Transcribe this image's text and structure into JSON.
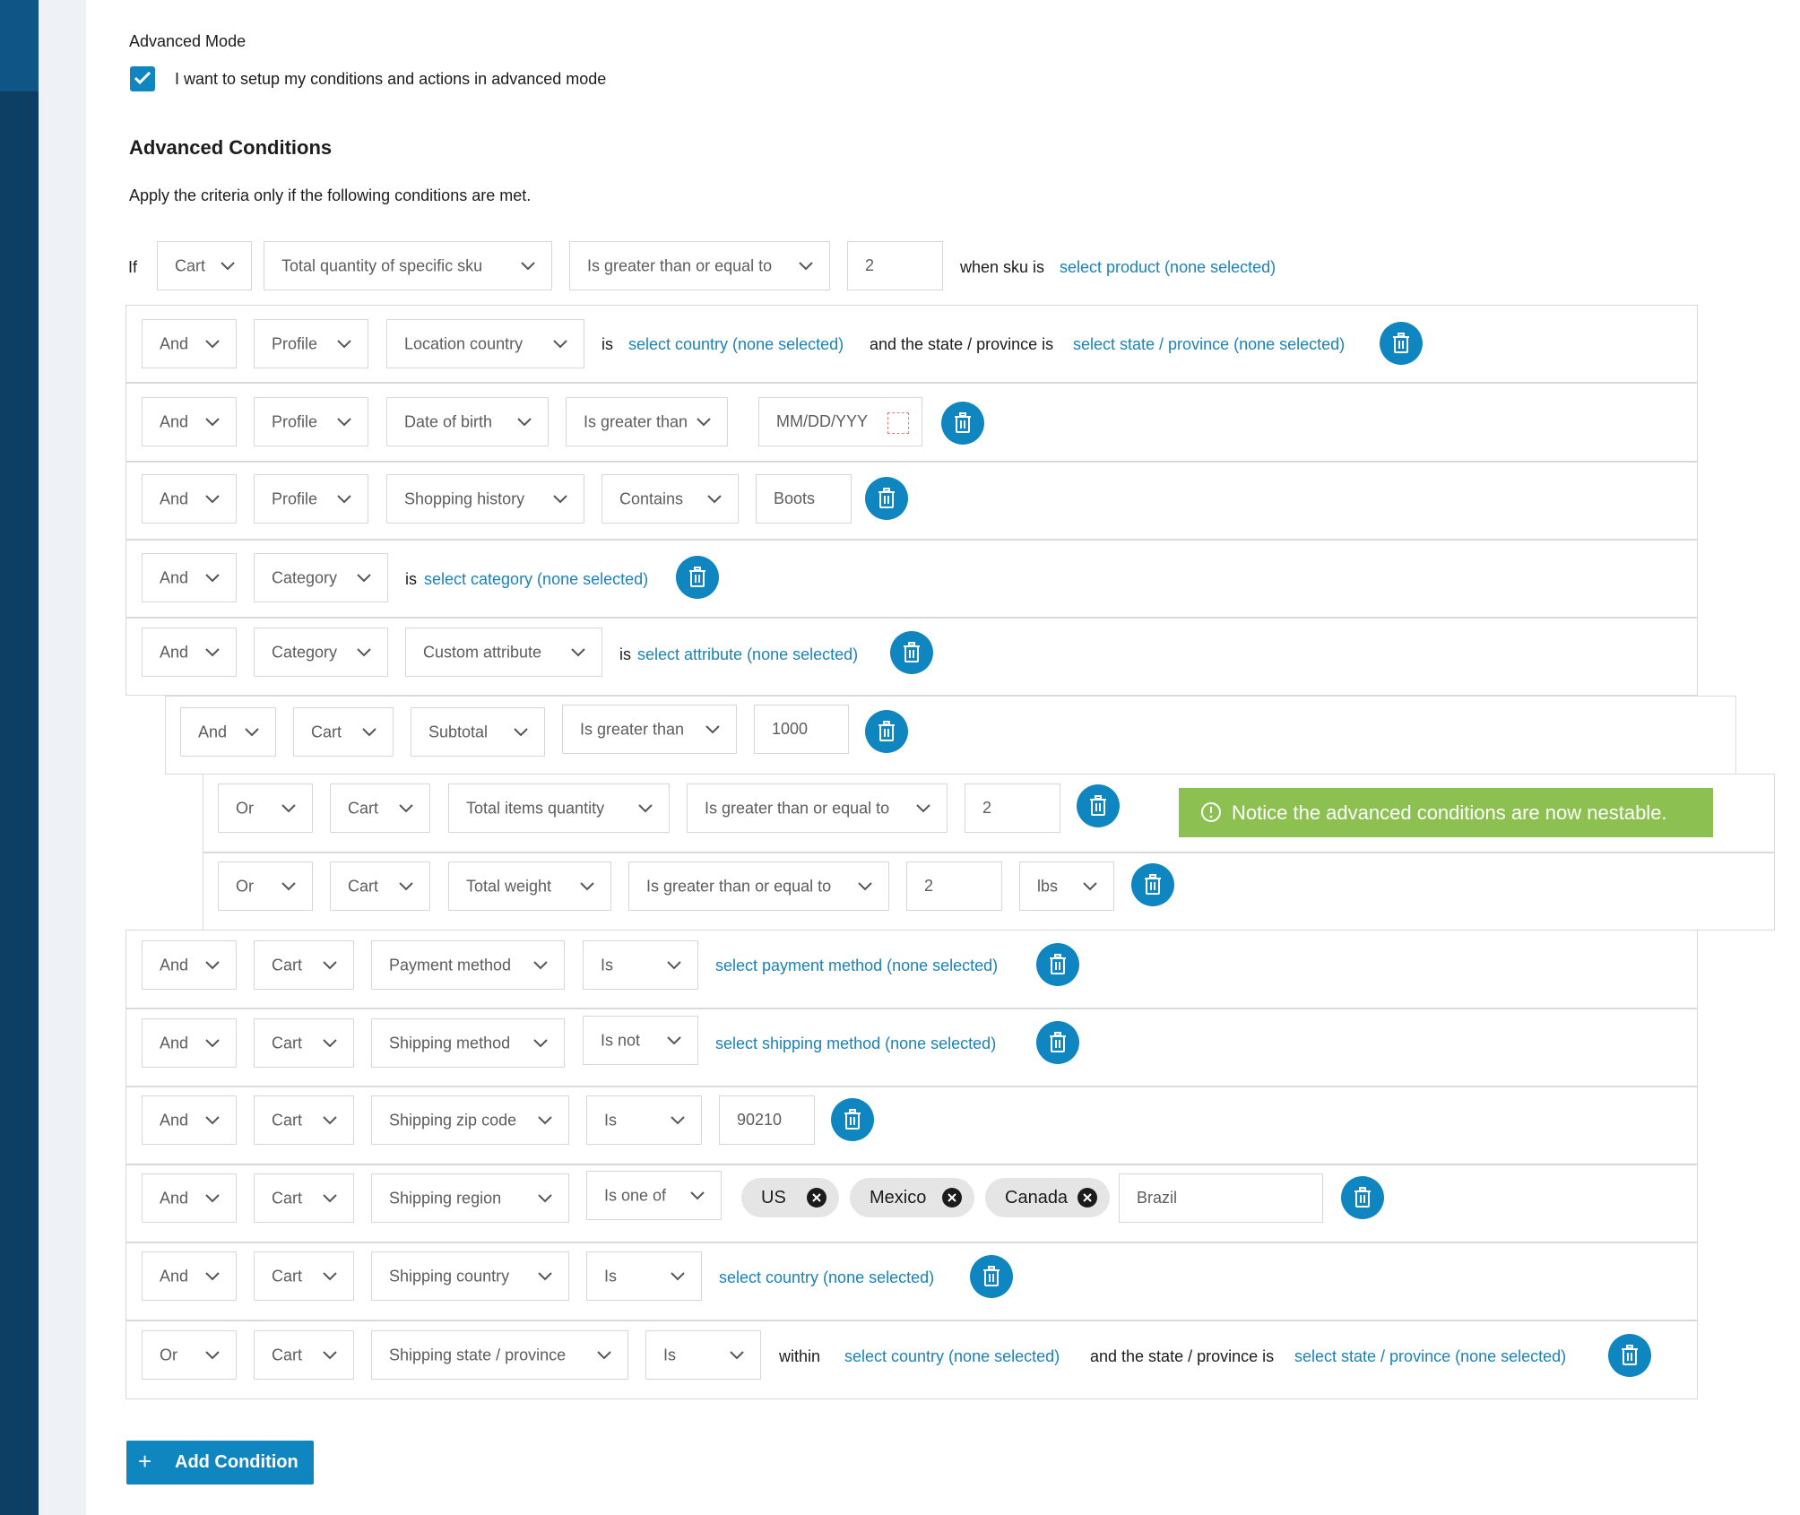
{
  "advanced_mode": {
    "title": "Advanced Mode",
    "checkbox_label": "I want to setup my conditions and actions in advanced mode",
    "checked": true
  },
  "conditions": {
    "heading": "Advanced Conditions",
    "description": "Apply the criteria only if the following conditions are met.",
    "if_row": {
      "prefix": "If",
      "type": "Cart",
      "attribute": "Total quantity of specific sku",
      "operator": "Is greater than or equal to",
      "value": "2",
      "suffix": "when sku is",
      "link": "select product (none selected)"
    },
    "rows": [
      {
        "conj": "And",
        "type": "Profile",
        "attribute": "Location country",
        "text1": "is",
        "link1": "select country (none selected)",
        "text2": "and the state / province is",
        "link2": "select state / province (none selected)"
      },
      {
        "conj": "And",
        "type": "Profile",
        "attribute": "Date of birth",
        "operator": "Is greater than",
        "placeholder": "MM/DD/YYY"
      },
      {
        "conj": "And",
        "type": "Profile",
        "attribute": "Shopping history",
        "operator": "Contains",
        "value": "Boots"
      },
      {
        "conj": "And",
        "type": "Category",
        "text1": "is",
        "link1": "select category (none selected)"
      },
      {
        "conj": "And",
        "type": "Category",
        "attribute": "Custom attribute",
        "text1": "is",
        "link1": "select attribute (none selected)"
      },
      {
        "conj": "And",
        "type": "Cart",
        "attribute": "Subtotal",
        "operator": "Is greater than",
        "value": "1000"
      },
      {
        "conj": "Or",
        "type": "Cart",
        "attribute": "Total items quantity",
        "operator": "Is greater than or equal to",
        "value": "2"
      },
      {
        "conj": "Or",
        "type": "Cart",
        "attribute": "Total weight",
        "operator": "Is greater than or equal to",
        "value": "2",
        "unit": "lbs"
      },
      {
        "conj": "And",
        "type": "Cart",
        "attribute": "Payment method",
        "operator": "Is",
        "link1": "select payment method (none selected)"
      },
      {
        "conj": "And",
        "type": "Cart",
        "attribute": "Shipping method",
        "operator": "Is not",
        "link1": "select shipping method (none selected)"
      },
      {
        "conj": "And",
        "type": "Cart",
        "attribute": "Shipping zip code",
        "operator": "Is",
        "value": "90210"
      },
      {
        "conj": "And",
        "type": "Cart",
        "attribute": "Shipping region",
        "operator": "Is one of",
        "chips": [
          "US",
          "Mexico",
          "Canada"
        ],
        "input_value": "Brazil"
      },
      {
        "conj": "And",
        "type": "Cart",
        "attribute": "Shipping country",
        "operator": "Is",
        "link1": "select country (none selected)"
      },
      {
        "conj": "Or",
        "type": "Cart",
        "attribute": "Shipping state / province",
        "operator": "Is",
        "text1": "within",
        "link1": "select country (none selected)",
        "text2": "and the state / province is",
        "link2": "select state / province (none selected)"
      }
    ],
    "notice": "Notice the advanced conditions are now nestable.",
    "add_button": "Add Condition"
  },
  "colors": {
    "primary": "#0f86c0",
    "link": "#1b82b8",
    "notice_bg": "#8cc152",
    "sidebar": "#0d3e63"
  }
}
